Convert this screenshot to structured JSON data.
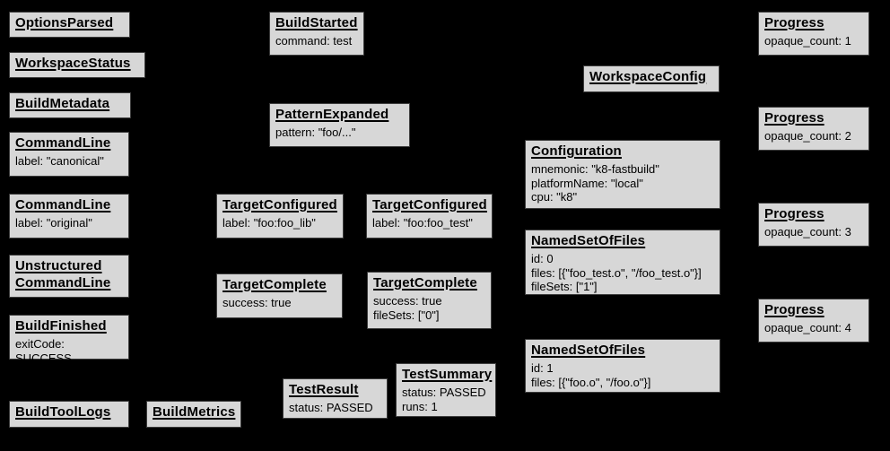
{
  "diagram": {
    "colors": {
      "background": "#000000",
      "node_fill": "#d7d7d7",
      "node_border": "#3d3d3d",
      "text": "#000000"
    },
    "nodes": [
      {
        "title": "OptionsParsed",
        "lines": []
      },
      {
        "title": "WorkspaceStatus",
        "lines": []
      },
      {
        "title": "BuildMetadata",
        "lines": []
      },
      {
        "title": "CommandLine",
        "lines": [
          "label: \"canonical\""
        ]
      },
      {
        "title": "CommandLine",
        "lines": [
          "label: \"original\""
        ]
      },
      {
        "title": [
          "Unstructured",
          "CommandLine"
        ],
        "lines": []
      },
      {
        "title": "BuildFinished",
        "lines": [
          "exitCode: SUCCESS"
        ]
      },
      {
        "title": "BuildToolLogs",
        "lines": []
      },
      {
        "title": "BuildMetrics",
        "lines": []
      },
      {
        "title": "BuildStarted",
        "lines": [
          "command: test"
        ]
      },
      {
        "title": "PatternExpanded",
        "lines": [
          "pattern: \"foo/...\""
        ]
      },
      {
        "title": "TargetConfigured",
        "lines": [
          "label: \"foo:foo_lib\""
        ]
      },
      {
        "title": "TargetConfigured",
        "lines": [
          "label: \"foo:foo_test\""
        ]
      },
      {
        "title": "TargetComplete",
        "lines": [
          "success: true"
        ]
      },
      {
        "title": "TargetComplete",
        "lines": [
          "success: true",
          "fileSets: [\"0\"]"
        ]
      },
      {
        "title": "TestResult",
        "lines": [
          "status: PASSED"
        ]
      },
      {
        "title": "TestSummary",
        "lines": [
          "status: PASSED",
          "runs: 1"
        ]
      },
      {
        "title": "WorkspaceConfig",
        "lines": []
      },
      {
        "title": "Configuration",
        "lines": [
          "mnemonic: \"k8-fastbuild\"",
          "platformName: \"local\"",
          "cpu: \"k8\""
        ]
      },
      {
        "title": "NamedSetOfFiles",
        "lines": [
          "id: 0",
          "files: [{\"foo_test.o\", \"/foo_test.o\"}]",
          "fileSets: [\"1\"]"
        ]
      },
      {
        "title": "NamedSetOfFiles",
        "lines": [
          "id: 1",
          "files: [{\"foo.o\", \"/foo.o\"}]"
        ]
      },
      {
        "title": "Progress",
        "lines": [
          "opaque_count: 1"
        ]
      },
      {
        "title": "Progress",
        "lines": [
          "opaque_count: 2"
        ]
      },
      {
        "title": "Progress",
        "lines": [
          "opaque_count: 3"
        ]
      },
      {
        "title": "Progress",
        "lines": [
          "opaque_count: 4"
        ]
      }
    ]
  }
}
